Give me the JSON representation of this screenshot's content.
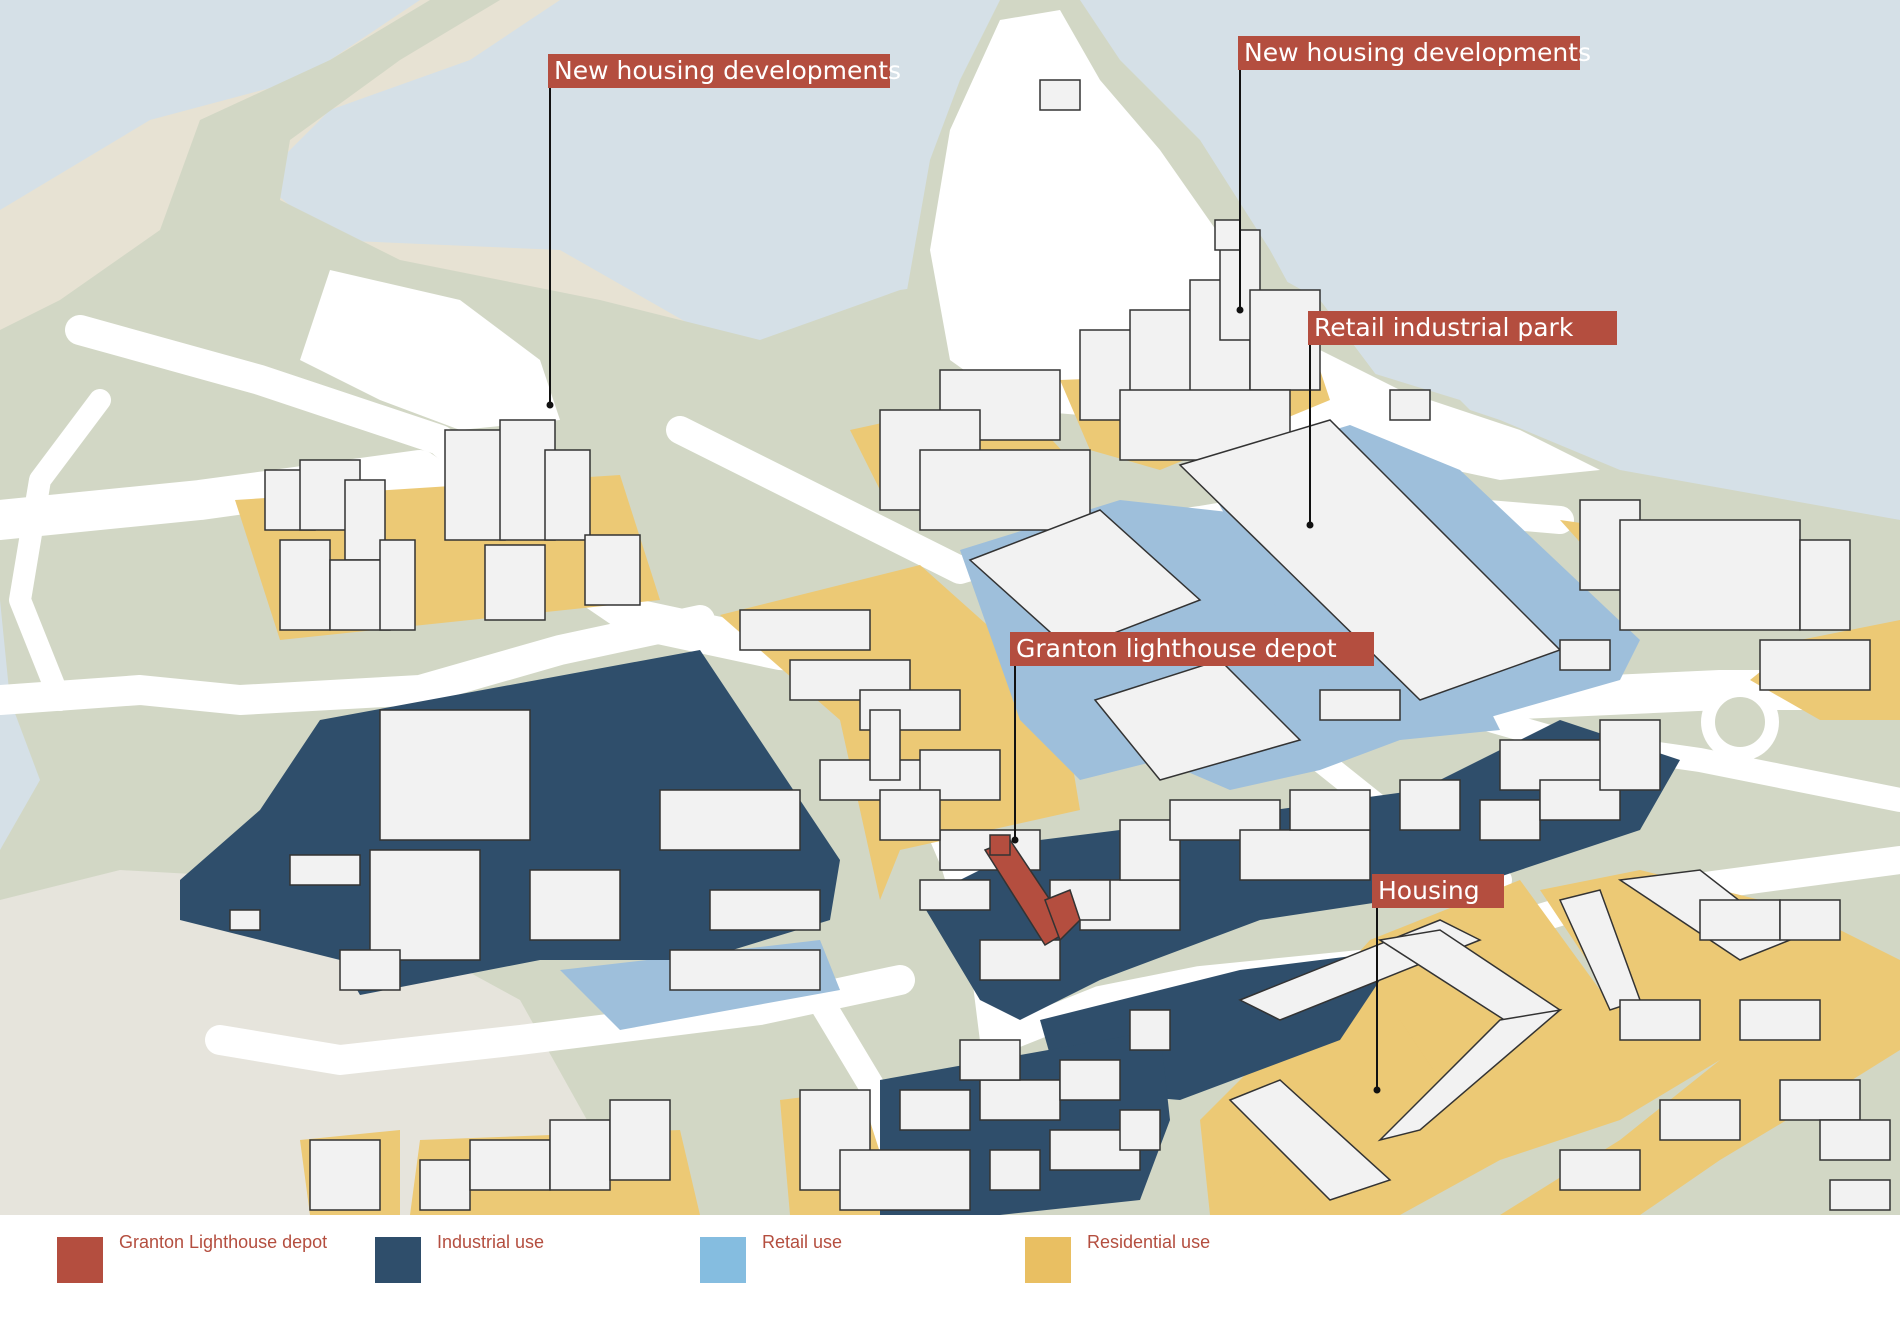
{
  "colors": {
    "water": "#d5e0e7",
    "water_edge": "#b7c8d4",
    "sand": "#e7e2d3",
    "green": "#d2d7c5",
    "road": "#ffffff",
    "residential": "#ecc975",
    "industrial": "#2f4e6b",
    "retail": "#9ebfdb",
    "depot": "#b44e3f",
    "building": "#f2f2f2",
    "building_side": "#d9d9d9",
    "outline": "#333333"
  },
  "callouts": [
    {
      "id": "housing-nw",
      "text": "New housing developments"
    },
    {
      "id": "housing-ne",
      "text": "New housing developments"
    },
    {
      "id": "retail-park",
      "text": "Retail industrial park"
    },
    {
      "id": "depot",
      "text": "Granton lighthouse depot"
    },
    {
      "id": "housing",
      "text": "Housing"
    }
  ],
  "legend": [
    {
      "label": "Granton Lighthouse depot",
      "color": "#b44e3f"
    },
    {
      "label": "Industrial use",
      "color": "#2f4e6b"
    },
    {
      "label": "Retail use",
      "color": "#85bde0"
    },
    {
      "label": "Residential use",
      "color": "#e9bf62"
    }
  ]
}
